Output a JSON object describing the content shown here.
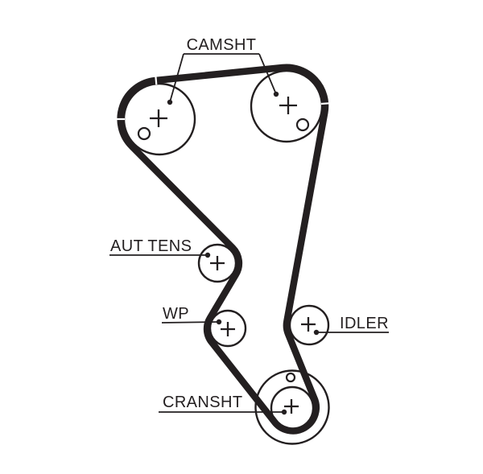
{
  "diagram": {
    "kind": "timing-belt-routing-diagram",
    "background_color": "#ffffff",
    "ink_color": "#231f20",
    "labels": {
      "camshaft": "CAMSHT",
      "auto_tensioner": "AUT TENS",
      "water_pump": "WP",
      "idler": "IDLER",
      "crankshaft": "CRANSHT"
    },
    "components": [
      "camshaft-pulley-left",
      "camshaft-pulley-right",
      "auto-tensioner-pulley",
      "water-pump-pulley",
      "idler-pulley",
      "crankshaft-sprocket",
      "timing-belt"
    ]
  }
}
